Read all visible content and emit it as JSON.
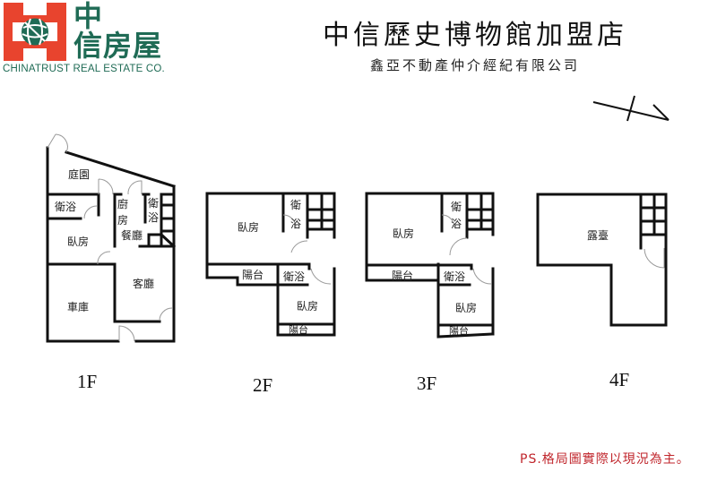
{
  "brand": {
    "name_cn_line1": "中",
    "name_cn_line2": "信房屋",
    "name_en": "CHINATRUST REAL ESTATE CO.",
    "colors": {
      "red": "#e8442e",
      "green": "#1f6b55"
    }
  },
  "header": {
    "title": "中信歷史博物館加盟店",
    "subtitle": "鑫亞不動產仲介經紀有限公司"
  },
  "compass": {
    "icon": "north-arrow-icon"
  },
  "floors": [
    {
      "label": "1F",
      "rooms": [
        {
          "name": "庭園"
        },
        {
          "name": "衛浴"
        },
        {
          "name": "廚房"
        },
        {
          "name": "衛浴"
        },
        {
          "name": "餐廳"
        },
        {
          "name": "臥房"
        },
        {
          "name": "客廳"
        },
        {
          "name": "車庫"
        }
      ]
    },
    {
      "label": "2F",
      "rooms": [
        {
          "name": "臥房"
        },
        {
          "name": "衛浴"
        },
        {
          "name": "陽台"
        },
        {
          "name": "衛浴"
        },
        {
          "name": "臥房"
        },
        {
          "name": "陽台"
        }
      ]
    },
    {
      "label": "3F",
      "rooms": [
        {
          "name": "臥房"
        },
        {
          "name": "衛浴"
        },
        {
          "name": "陽台"
        },
        {
          "name": "衛浴"
        },
        {
          "name": "臥房"
        },
        {
          "name": "陽台"
        }
      ]
    },
    {
      "label": "4F",
      "rooms": [
        {
          "name": "露臺"
        }
      ]
    }
  ],
  "footer": {
    "note": "PS.格局圖實際以現況為主。"
  }
}
